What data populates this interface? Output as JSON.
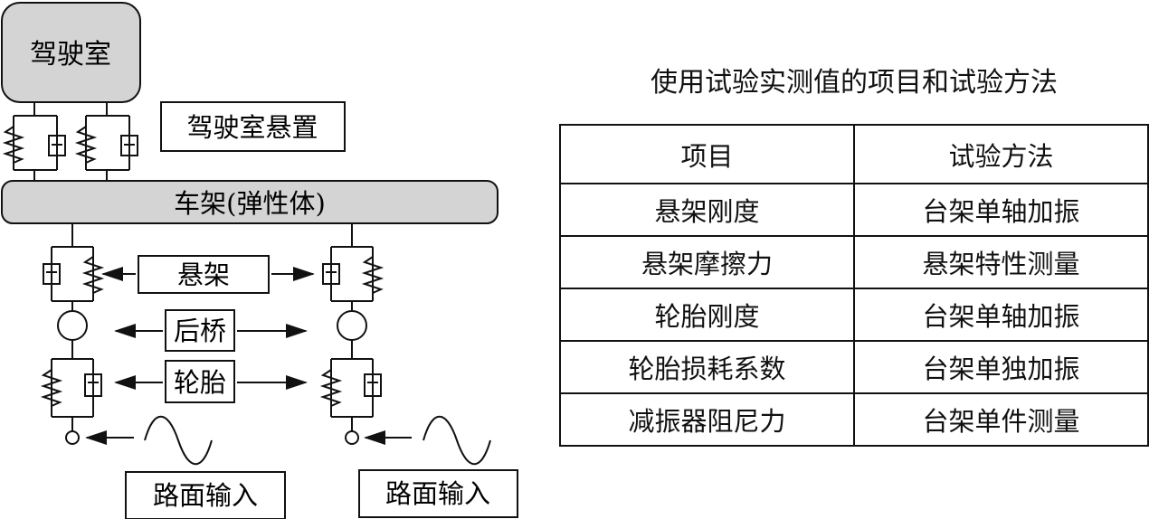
{
  "diagram": {
    "cab": "驾驶室",
    "cab_mount": "驾驶室悬置",
    "frame": "车架(弹性体)",
    "suspension": "悬架",
    "rear_axle": "后桥",
    "tire": "轮胎",
    "road_input_left": "路面输入",
    "road_input_right": "路面输入"
  },
  "table": {
    "title": "使用试验实测值的项目和试验方法",
    "headers": [
      "项目",
      "试验方法"
    ],
    "rows": [
      [
        "悬架刚度",
        "台架单轴加振"
      ],
      [
        "悬架摩擦力",
        "悬架特性测量"
      ],
      [
        "轮胎刚度",
        "台架单轴加振"
      ],
      [
        "轮胎损耗系数",
        "台架单独加振"
      ],
      [
        "减振器阻尼力",
        "台架单件测量"
      ]
    ]
  }
}
